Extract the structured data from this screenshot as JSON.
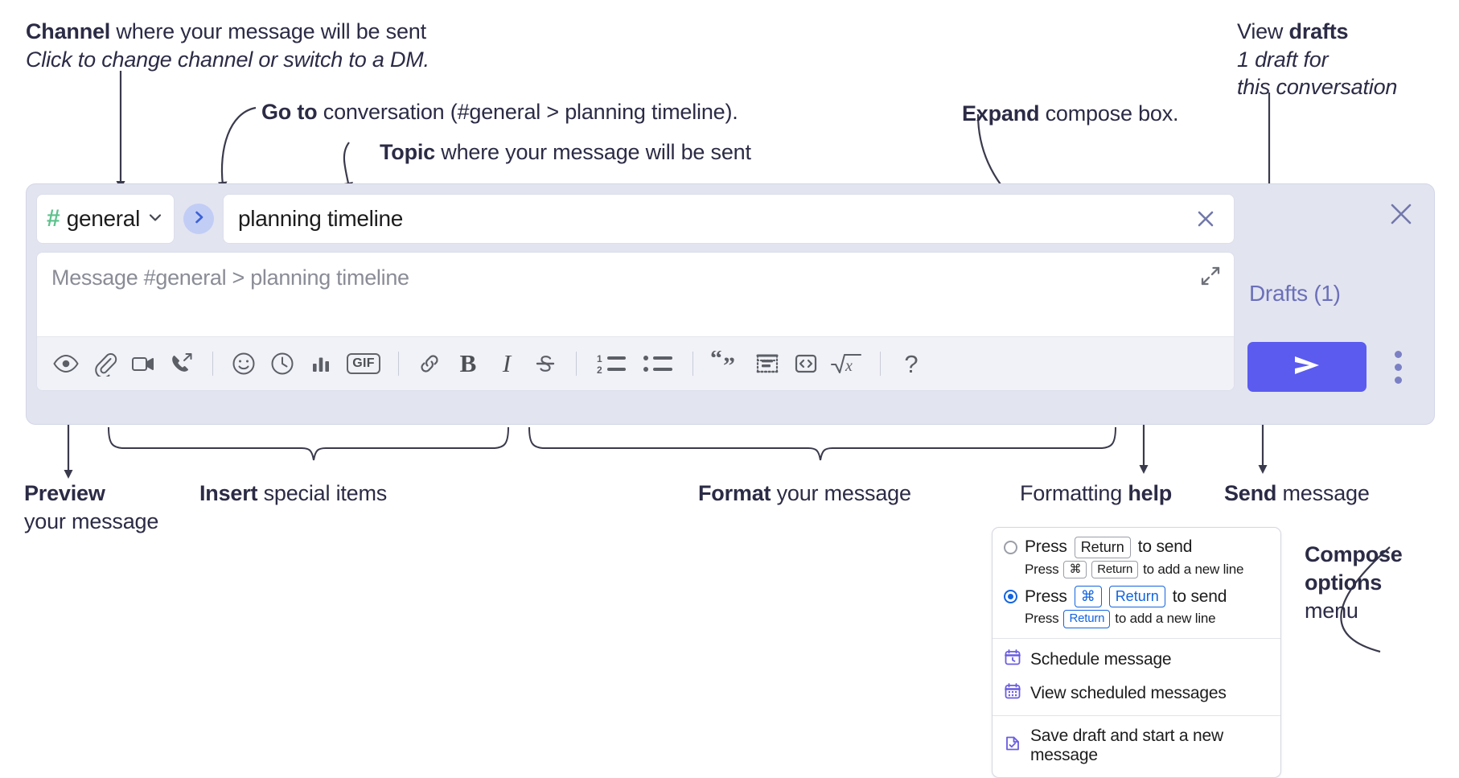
{
  "annotations": {
    "channel": {
      "bold": "Channel",
      "rest": " where your message will be sent",
      "italic": "Click to change channel or switch to a DM."
    },
    "goto": {
      "bold": "Go to",
      "rest": " conversation (#general > planning timeline)."
    },
    "topic": {
      "bold": "Topic",
      "rest": " where your message will be sent"
    },
    "expand": {
      "bold": "Expand",
      "rest": " compose box."
    },
    "drafts": {
      "bold_prefix": "View ",
      "bold": "drafts",
      "italic_line1": "1 draft for",
      "italic_line2": "this conversation"
    },
    "preview": {
      "bold": "Preview",
      "line2": "your message"
    },
    "insert": {
      "bold": "Insert",
      "rest": " special items"
    },
    "format": {
      "bold": "Format",
      "rest": " your message"
    },
    "help": {
      "prefix": "Formatting ",
      "bold": "help"
    },
    "send": {
      "bold": "Send",
      "rest": " message"
    },
    "compose_options": {
      "line1": "Compose",
      "line2": "options",
      "line3": "menu"
    }
  },
  "compose": {
    "channel": {
      "hash": "#",
      "name": "general",
      "chevron_icon": "chevron-down-icon"
    },
    "goto_button": {
      "icon": "chevron-right-icon"
    },
    "topic": {
      "value": "planning timeline",
      "clear_icon": "close-icon"
    },
    "message": {
      "placeholder": "Message #general > planning timeline",
      "expand_icon": "expand-icon"
    },
    "toolbar": [
      {
        "name": "preview-button",
        "icon": "eye-icon",
        "label": "Preview"
      },
      {
        "name": "attach-button",
        "icon": "paperclip-icon",
        "label": "Attach file"
      },
      {
        "name": "video-button",
        "icon": "video-camera-icon",
        "label": "Record video clip"
      },
      {
        "name": "huddle-button",
        "icon": "phone-arrow-icon",
        "label": "Start a huddle"
      },
      {
        "name": "divider-1",
        "icon": "divider",
        "label": ""
      },
      {
        "name": "emoji-button",
        "icon": "smiley-icon",
        "label": "Emoji"
      },
      {
        "name": "reminder-button",
        "icon": "clock-icon",
        "label": "Schedule"
      },
      {
        "name": "poll-button",
        "icon": "bar-chart-icon",
        "label": "Poll"
      },
      {
        "name": "gif-button",
        "icon": "gif-icon",
        "label": "GIF"
      },
      {
        "name": "divider-2",
        "icon": "divider",
        "label": ""
      },
      {
        "name": "link-button",
        "icon": "link-icon",
        "label": "Link"
      },
      {
        "name": "bold-button",
        "icon": "bold-icon",
        "label": "B"
      },
      {
        "name": "italic-button",
        "icon": "italic-icon",
        "label": "I"
      },
      {
        "name": "strikethrough-button",
        "icon": "strikethrough-icon",
        "label": "S"
      },
      {
        "name": "divider-3",
        "icon": "divider",
        "label": ""
      },
      {
        "name": "ordered-list-button",
        "icon": "ordered-list-icon",
        "label": ""
      },
      {
        "name": "bulleted-list-button",
        "icon": "bulleted-list-icon",
        "label": ""
      },
      {
        "name": "divider-4",
        "icon": "divider",
        "label": ""
      },
      {
        "name": "blockquote-button",
        "icon": "quote-icon",
        "label": ""
      },
      {
        "name": "code-block-button",
        "icon": "code-block-icon",
        "label": ""
      },
      {
        "name": "code-snippet-button",
        "icon": "code-brackets-icon",
        "label": ""
      },
      {
        "name": "math-button",
        "icon": "square-root-x-icon",
        "label": "√x"
      },
      {
        "name": "divider-5",
        "icon": "divider",
        "label": ""
      },
      {
        "name": "formatting-help-button",
        "icon": "question-mark-icon",
        "label": "?"
      }
    ],
    "rail": {
      "close_icon": "close-icon",
      "drafts_label": "Drafts (1)",
      "send_icon": "send-paper-plane-icon",
      "options_icon": "kebab-menu-icon"
    }
  },
  "options_menu": {
    "option_return": {
      "selected": false,
      "main_pre": "Press",
      "main_key": "Return",
      "main_post": "to send",
      "sub_pre": "Press",
      "sub_key1": "⌘",
      "sub_key2": "Return",
      "sub_post": "to add a new line"
    },
    "option_cmd_return": {
      "selected": true,
      "main_pre": "Press",
      "main_key1": "⌘",
      "main_key2": "Return",
      "main_post": "to send",
      "sub_pre": "Press",
      "sub_key": "Return",
      "sub_post": "to add a new line"
    },
    "items": [
      {
        "icon": "calendar-clock-icon",
        "label": "Schedule message"
      },
      {
        "icon": "calendar-grid-icon",
        "label": "View scheduled messages"
      },
      {
        "icon": "save-draft-icon",
        "label": "Save draft and start a new message"
      }
    ]
  },
  "colors": {
    "accent": "#5b5bef",
    "hash_green": "#5cc28c",
    "panel": "#e2e4f0",
    "toolbar": "#f1f2f8",
    "draft_text": "#6b70b8",
    "menu_icon_purple": "#6a5ce0"
  }
}
